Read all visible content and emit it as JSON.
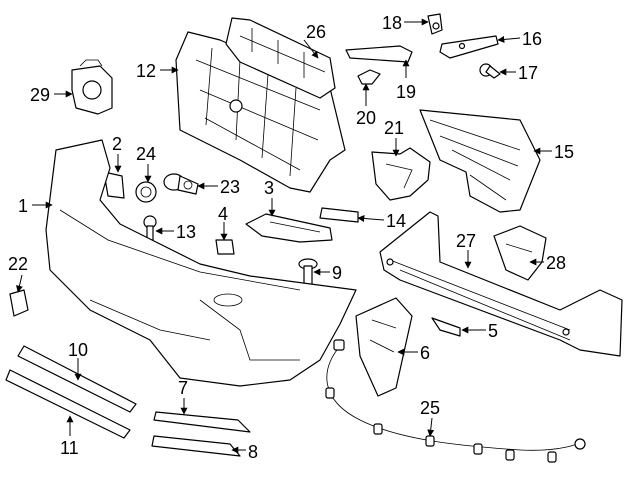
{
  "callouts": {
    "c1": "1",
    "c2": "2",
    "c3": "3",
    "c4": "4",
    "c5": "5",
    "c6": "6",
    "c7": "7",
    "c8": "8",
    "c9": "9",
    "c10": "10",
    "c11": "11",
    "c12": "12",
    "c13": "13",
    "c14": "14",
    "c15": "15",
    "c16": "16",
    "c17": "17",
    "c18": "18",
    "c19": "19",
    "c20": "20",
    "c21": "21",
    "c22": "22",
    "c23": "23",
    "c24": "24",
    "c25": "25",
    "c26": "26",
    "c27": "27",
    "c28": "28",
    "c29": "29"
  },
  "colors": {
    "line": "#000000",
    "background": "#ffffff"
  }
}
